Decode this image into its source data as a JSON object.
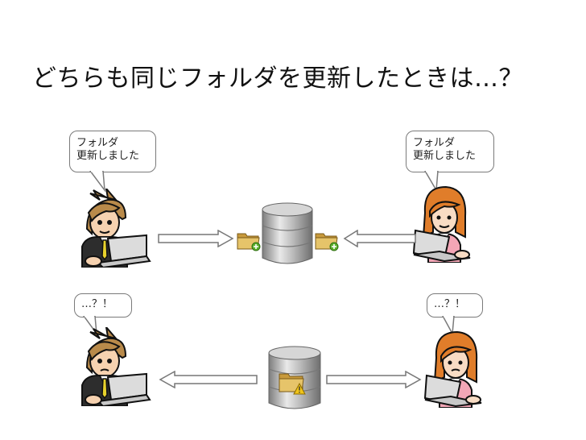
{
  "title": "どちらも同じフォルダを更新したときは…？",
  "top_left_bubble": {
    "line1": "フォルダ",
    "line2": "更新しました"
  },
  "top_right_bubble": {
    "line1": "フォルダ",
    "line2": "更新しました"
  },
  "bottom_left_bubble": {
    "text": "…？！"
  },
  "bottom_right_bubble": {
    "text": "…？！"
  },
  "colors": {
    "man_shirt": "#2d2d2d",
    "woman_shirt": "#f3a6b6",
    "hair_man": "#b98a4a",
    "hair_woman": "#e07d2a",
    "folder": "#d7b357",
    "badge_add": "#5cb02b",
    "badge_warn": "#f0c419"
  }
}
